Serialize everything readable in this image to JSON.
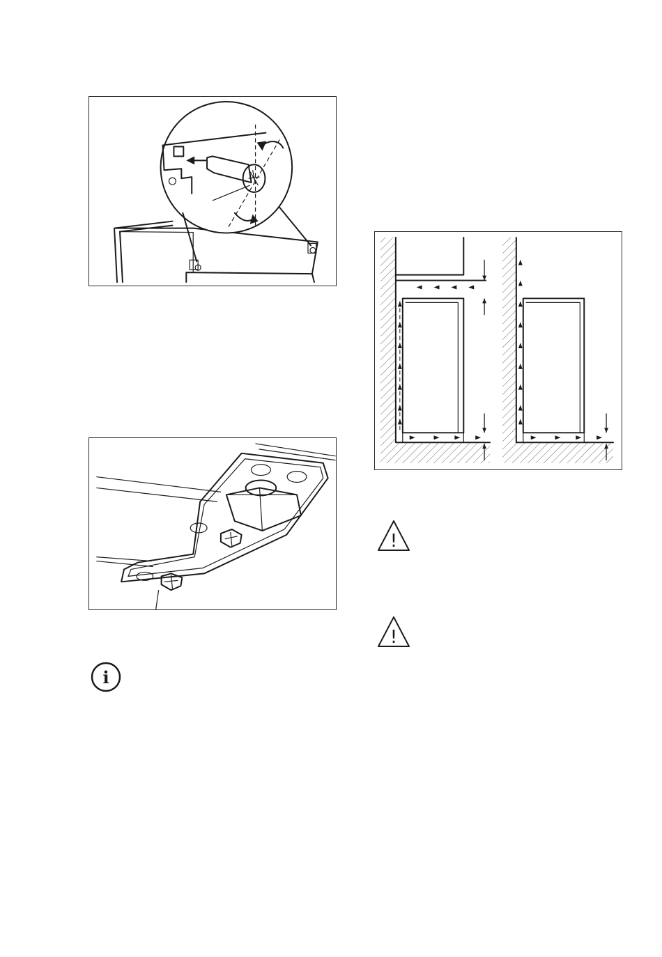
{
  "figures": [
    {
      "id": "spacer-installation",
      "icon": "wall-spacer-illustration"
    },
    {
      "id": "adjustable-foot",
      "icon": "adjustable-foot-illustration"
    },
    {
      "id": "ventilation-clearance",
      "icon": "ventilation-airflow-diagram"
    }
  ],
  "notes": {
    "info": {
      "icon": "info-icon",
      "glyph": "i"
    },
    "warning_1": {
      "icon": "warning-icon",
      "glyph": "!"
    },
    "warning_2": {
      "icon": "warning-icon",
      "glyph": "!"
    }
  },
  "colors": {
    "line": "#1a1a1a",
    "background": "#ffffff"
  }
}
